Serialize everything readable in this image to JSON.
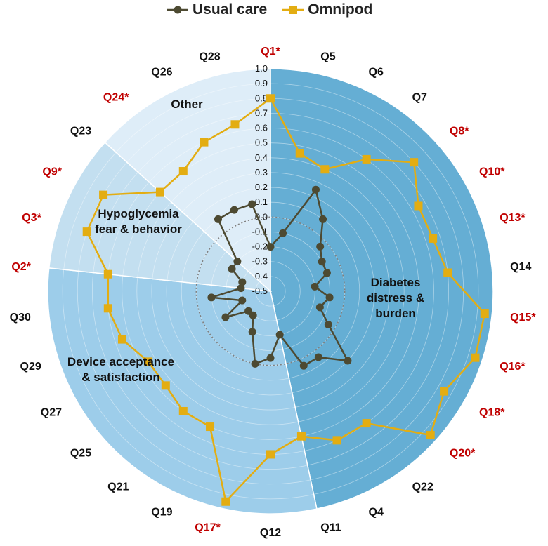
{
  "legend": [
    {
      "name": "Usual care",
      "color": "#4d4a32",
      "marker": "circle"
    },
    {
      "name": "Omnipod",
      "color": "#e3ad12",
      "marker": "square"
    }
  ],
  "colors": {
    "significant_label": "#c00000",
    "normal_label": "#111111",
    "zero_ring": "#808080"
  },
  "chart_data": {
    "type": "radar",
    "categories": [
      "Q1*",
      "Q5",
      "Q6",
      "Q7",
      "Q8*",
      "Q10*",
      "Q13*",
      "Q14",
      "Q15*",
      "Q16*",
      "Q18*",
      "Q20*",
      "Q22",
      "Q4",
      "Q11",
      "Q12",
      "Q17*",
      "Q19",
      "Q21",
      "Q25",
      "Q27",
      "Q29",
      "Q30",
      "Q2*",
      "Q3*",
      "Q9*",
      "Q23",
      "Q24*",
      "Q26",
      "Q28"
    ],
    "significant": [
      true,
      false,
      false,
      false,
      true,
      true,
      true,
      false,
      true,
      true,
      true,
      true,
      false,
      false,
      false,
      false,
      true,
      false,
      false,
      false,
      false,
      false,
      false,
      true,
      true,
      true,
      false,
      true,
      false,
      false
    ],
    "rlim": [
      -0.5,
      1.0
    ],
    "ticks": [
      "1.0",
      "0.9",
      "0.8",
      "0.7",
      "0.6",
      "0.5",
      "0.4",
      "0.3",
      "0.2",
      "0.1",
      "0.0",
      "-0.1",
      "-0.2",
      "-0.3",
      "-0.4",
      "-0.5"
    ],
    "tick_values": [
      1.0,
      0.9,
      0.8,
      0.7,
      0.6,
      0.5,
      0.4,
      0.3,
      0.2,
      0.1,
      0.0,
      -0.1,
      -0.2,
      -0.3,
      -0.4,
      -0.5
    ],
    "series": [
      {
        "name": "Usual care",
        "color": "#4d4a32",
        "values": [
          -0.2,
          -0.1,
          0.25,
          0.1,
          -0.05,
          -0.1,
          -0.1,
          -0.2,
          -0.1,
          -0.15,
          -0.05,
          0.2,
          0.05,
          0.05,
          -0.2,
          -0.05,
          0.0,
          -0.2,
          -0.3,
          -0.3,
          -0.15,
          -0.3,
          -0.1,
          -0.3,
          -0.3,
          -0.2,
          -0.2,
          0.1,
          0.1,
          0.1
        ]
      },
      {
        "name": "Omnipod",
        "color": "#e3ad12",
        "values": [
          0.8,
          0.45,
          0.4,
          0.6,
          0.8,
          0.65,
          0.65,
          0.7,
          0.95,
          0.95,
          0.85,
          0.95,
          0.6,
          0.6,
          0.5,
          0.6,
          0.95,
          0.5,
          0.5,
          0.45,
          0.45,
          0.55,
          0.6,
          0.6,
          0.8,
          0.8,
          0.5,
          0.5,
          0.6,
          0.65
        ]
      }
    ],
    "groups": [
      {
        "label": [
          "Diabetes",
          "distress &",
          "burden"
        ],
        "start": 0,
        "count": 14,
        "color": "#65aed4"
      },
      {
        "label": [
          "Device acceptance",
          "& satisfaction"
        ],
        "start": 14,
        "count": 9,
        "color": "#9dcdea"
      },
      {
        "label": [
          "Hypoglycemia",
          "fear & behavior"
        ],
        "start": 23,
        "count": 3,
        "color": "#c3dff0"
      },
      {
        "label": [
          "Other"
        ],
        "start": 26,
        "count": 4,
        "color": "#deedf8"
      }
    ]
  }
}
